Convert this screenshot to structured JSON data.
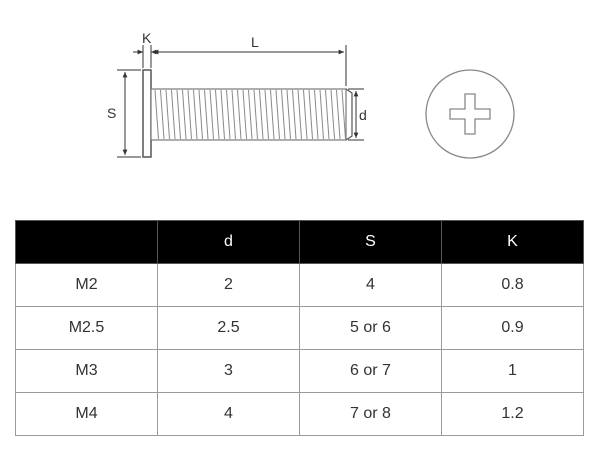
{
  "diagram": {
    "labels": {
      "k": "K",
      "l": "L",
      "s": "S",
      "d": "d"
    }
  },
  "table": {
    "headers": [
      "",
      "d",
      "S",
      "K"
    ],
    "rows": [
      [
        "M2",
        "2",
        "4",
        "0.8"
      ],
      [
        "M2.5",
        "2.5",
        "5 or 6",
        "0.9"
      ],
      [
        "M3",
        "3",
        "6 or 7",
        "1"
      ],
      [
        "M4",
        "4",
        "7 or 8",
        "1.2"
      ]
    ]
  }
}
